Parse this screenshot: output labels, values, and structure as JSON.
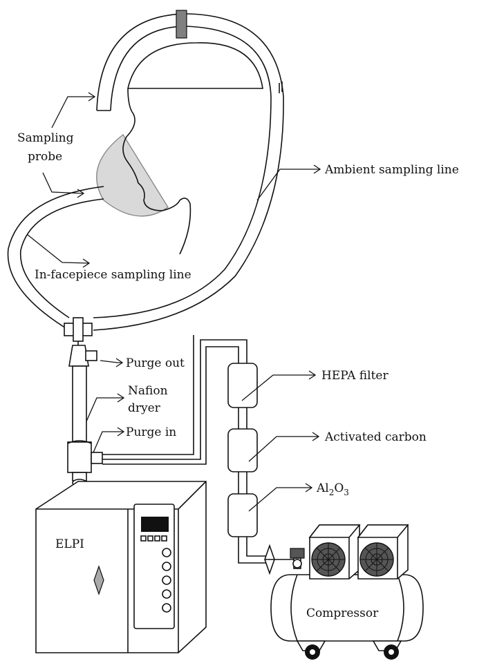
{
  "labels": {
    "sampling_probe_1": "Sampling",
    "sampling_probe_2": "probe",
    "ambient_line": "Ambient sampling line",
    "in_facepiece_line": "In-facepiece sampling line",
    "purge_out": "Purge out",
    "nafion_1": "Nafion",
    "nafion_2": "dryer",
    "purge_in": "Purge in",
    "hepa": "HEPA filter",
    "carbon": "Activated carbon",
    "al_main": "Al",
    "al_sub1": "2",
    "al_o": "O",
    "al_sub2": "3",
    "elpi": "ELPI",
    "compressor": "Compressor"
  },
  "colors": {
    "stroke": "#111111",
    "probe_fill": "#d9d9d9",
    "clip_fill": "#808080",
    "display_fill": "#111111",
    "fan_fill": "#555555"
  }
}
